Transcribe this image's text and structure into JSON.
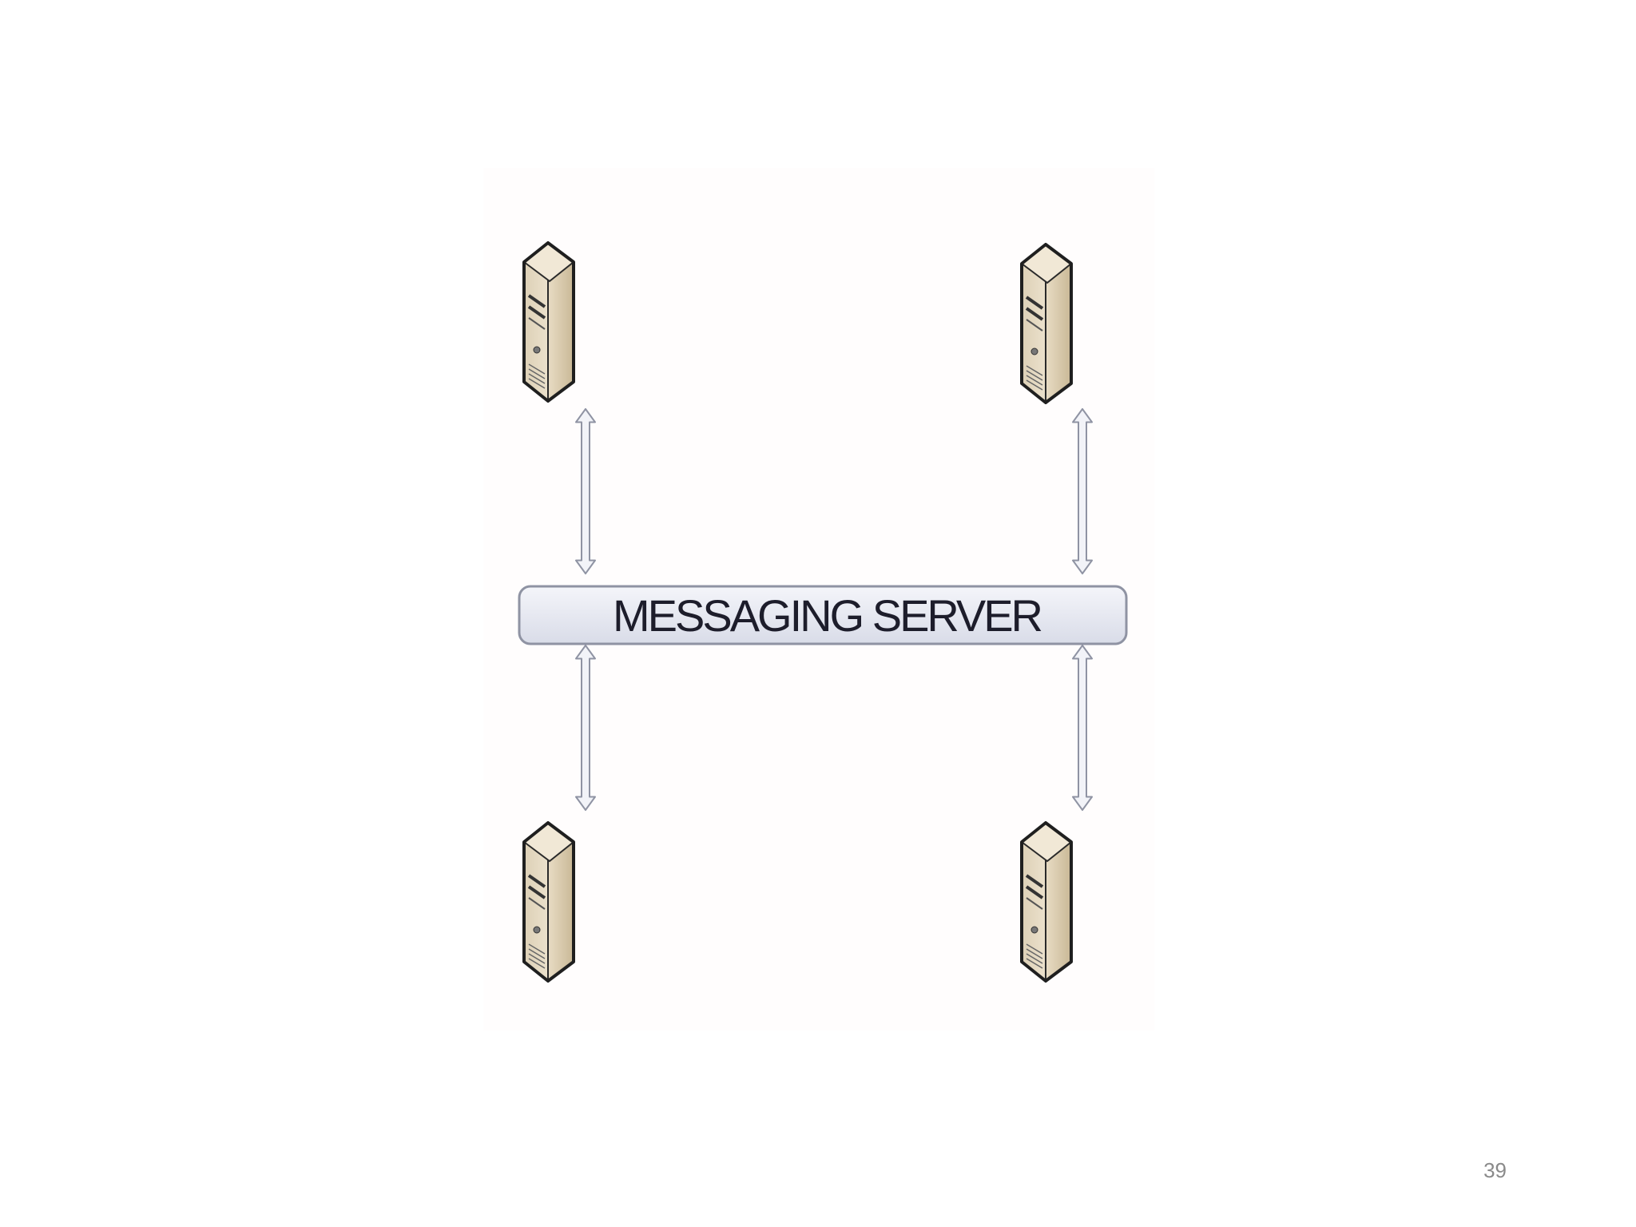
{
  "diagram": {
    "bus_label": "MESSAGING SERVER",
    "servers": [
      {
        "id": "top-left"
      },
      {
        "id": "top-right"
      },
      {
        "id": "bottom-left"
      },
      {
        "id": "bottom-right"
      }
    ],
    "connections": [
      {
        "from": "top-left",
        "to": "messaging-server",
        "direction": "bidirectional"
      },
      {
        "from": "top-right",
        "to": "messaging-server",
        "direction": "bidirectional"
      },
      {
        "from": "bottom-left",
        "to": "messaging-server",
        "direction": "bidirectional"
      },
      {
        "from": "bottom-right",
        "to": "messaging-server",
        "direction": "bidirectional"
      }
    ],
    "icons": [
      "server-tower-icon",
      "double-arrow-icon"
    ],
    "colors": {
      "server_front": "#e2d6bf",
      "server_side": "#cbbd9f",
      "server_outline": "#2a2a2a",
      "bus_fill": "#e6e8f2",
      "arrow_fill": "#f2f3f8",
      "arrow_stroke": "#8f93a3"
    }
  },
  "footer": {
    "page_number": "39"
  }
}
